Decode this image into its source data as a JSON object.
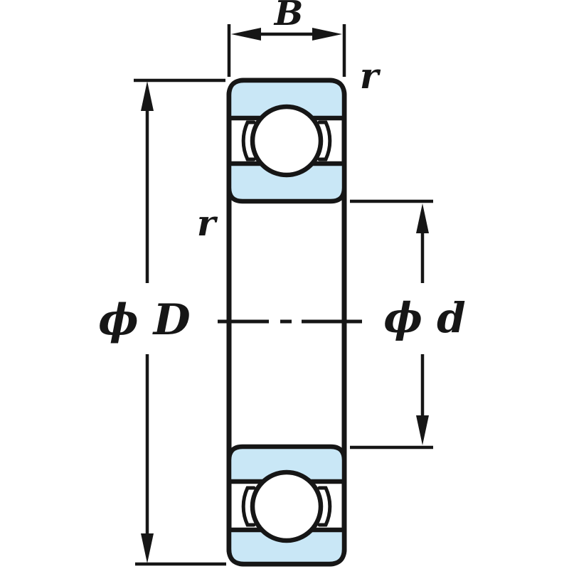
{
  "diagram": {
    "labels": {
      "width": "B",
      "outer_diameter": "ϕ D",
      "bore_diameter": "ϕ d",
      "chamfer_outer": "r",
      "chamfer_inner": "r"
    },
    "colors": {
      "race_fill": "#c9e7f6",
      "line": "#161616",
      "background": "#ffffff"
    }
  }
}
